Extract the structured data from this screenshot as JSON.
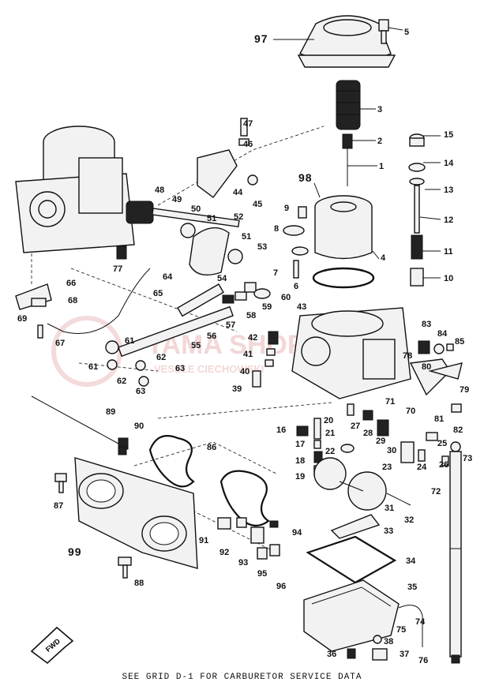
{
  "callouts": [
    "97",
    "5",
    "3",
    "2",
    "1",
    "15",
    "14",
    "13",
    "12",
    "11",
    "10",
    "98",
    "4",
    "9",
    "8",
    "7",
    "6",
    "47",
    "46",
    "44",
    "45",
    "48",
    "49",
    "50",
    "51",
    "52",
    "51",
    "53",
    "54",
    "77",
    "64",
    "65",
    "66",
    "68",
    "69",
    "67",
    "61",
    "61",
    "55",
    "62",
    "63",
    "62",
    "63",
    "56",
    "57",
    "58",
    "59",
    "60",
    "43",
    "42",
    "41",
    "40",
    "39",
    "83",
    "84",
    "85",
    "80",
    "78",
    "79",
    "71",
    "70",
    "81",
    "82",
    "16",
    "20",
    "27",
    "28",
    "29",
    "21",
    "22",
    "30",
    "17",
    "18",
    "19",
    "23",
    "24",
    "25",
    "26",
    "73",
    "72",
    "89",
    "90",
    "87",
    "86",
    "99",
    "91",
    "92",
    "93",
    "94",
    "95",
    "96",
    "88",
    "31",
    "32",
    "33",
    "34",
    "35",
    "74",
    "75",
    "38",
    "36",
    "37",
    "76"
  ],
  "watermark": {
    "brand": "YAMA SHOP",
    "sub": "VESELE CIECHOWSKI"
  },
  "fwd_label": "FWD",
  "footer_note": "SEE GRID D-1 FOR CARBURETOR SERVICE DATA"
}
